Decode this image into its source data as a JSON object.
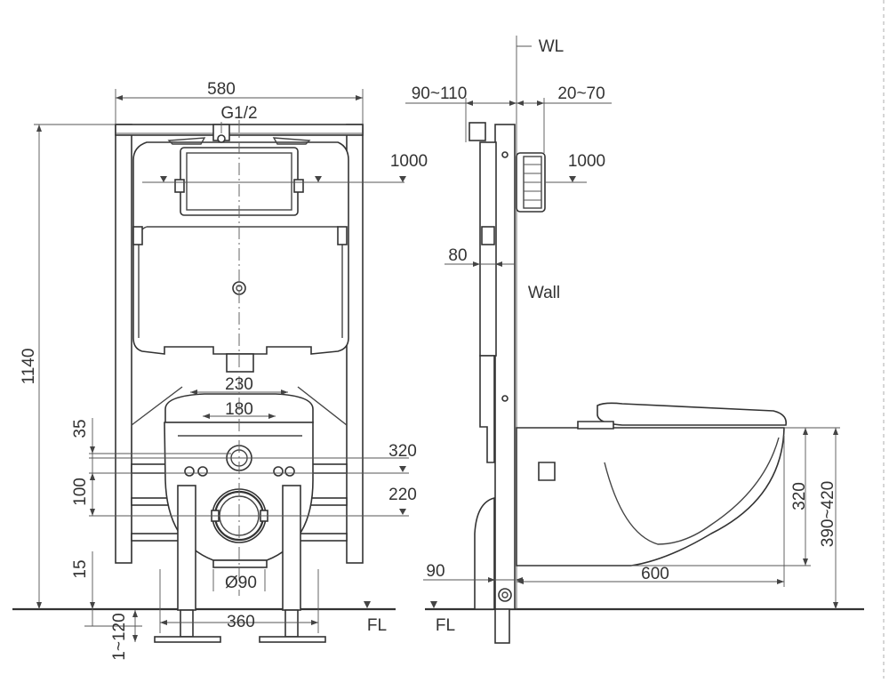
{
  "front_view": {
    "dim_width": "580",
    "dim_inlet": "G1/2",
    "dim_height": "1140",
    "dim_valve_height": "1000",
    "dim_bowl_outer": "230",
    "dim_bowl_inner": "180",
    "dim_35": "35",
    "dim_100": "100",
    "dim_320": "320",
    "dim_220": "220",
    "dim_15": "15",
    "dim_diameter": "Ø90",
    "dim_foot_spacing": "360",
    "dim_foot_adjust": "1~120",
    "floor_label": "FL"
  },
  "side_view": {
    "wall_line_label": "WL",
    "dim_frame_depth": "90~110",
    "dim_wall_thickness": "20~70",
    "dim_valve_height": "1000",
    "dim_80": "80",
    "wall_label": "Wall",
    "dim_90": "90",
    "dim_bowl_length": "600",
    "dim_320": "320",
    "dim_seat_height": "390~420",
    "floor_label": "FL"
  }
}
